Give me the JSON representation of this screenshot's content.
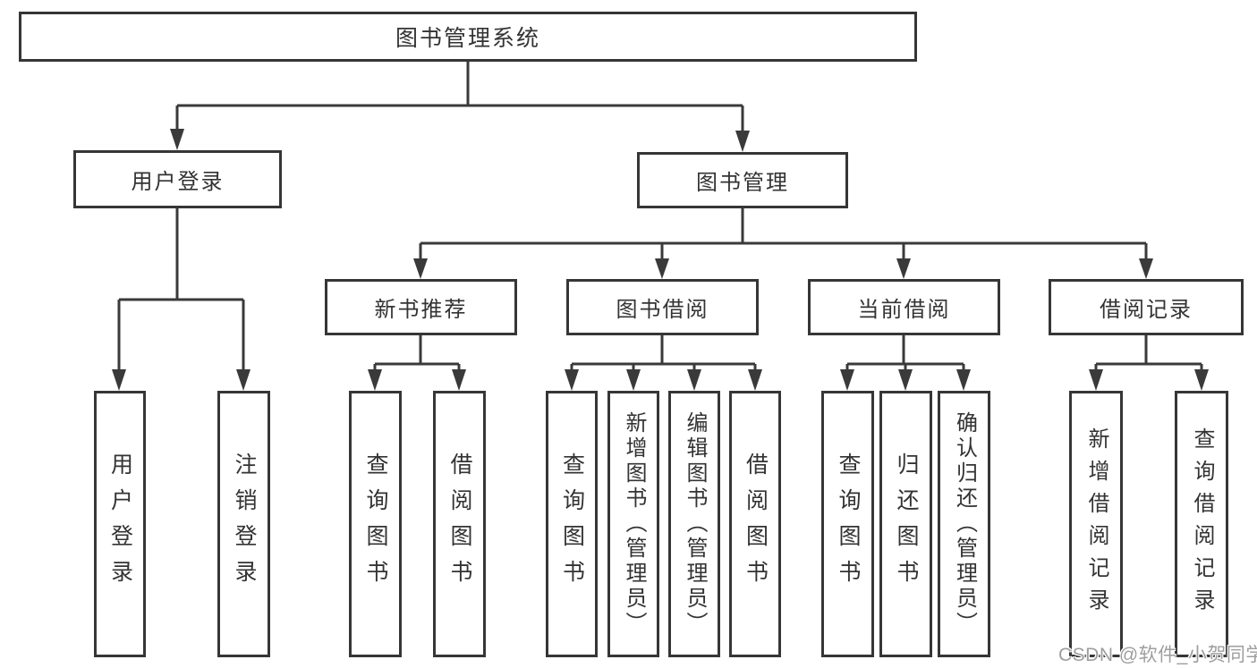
{
  "diagram": {
    "root": "图书管理系统",
    "level2": {
      "user_login": "用户登录",
      "book_mgmt": "图书管理"
    },
    "level3": {
      "new_book": "新书推荐",
      "book_borrow": "图书借阅",
      "current_borrow": "当前借阅",
      "borrow_record": "借阅记录"
    },
    "leaves": {
      "user_login": [
        "用户登录",
        "注销登录"
      ],
      "new_book": [
        "查询图书",
        "借阅图书"
      ],
      "book_borrow": [
        "查询图书",
        "新增图书（管理员）",
        "编辑图书（管理员）",
        "借阅图书"
      ],
      "current_borrow": [
        "查询图书",
        "归还图书",
        "确认归还（管理员）"
      ],
      "borrow_record": [
        "新增借阅记录",
        "查询借阅记录"
      ]
    },
    "colors": {
      "line": "#3a3a3a",
      "text": "#333333",
      "box_background": "#ffffff",
      "watermark": "#9e9e9e"
    },
    "watermark": "CSDN @软件_小贺同学"
  }
}
